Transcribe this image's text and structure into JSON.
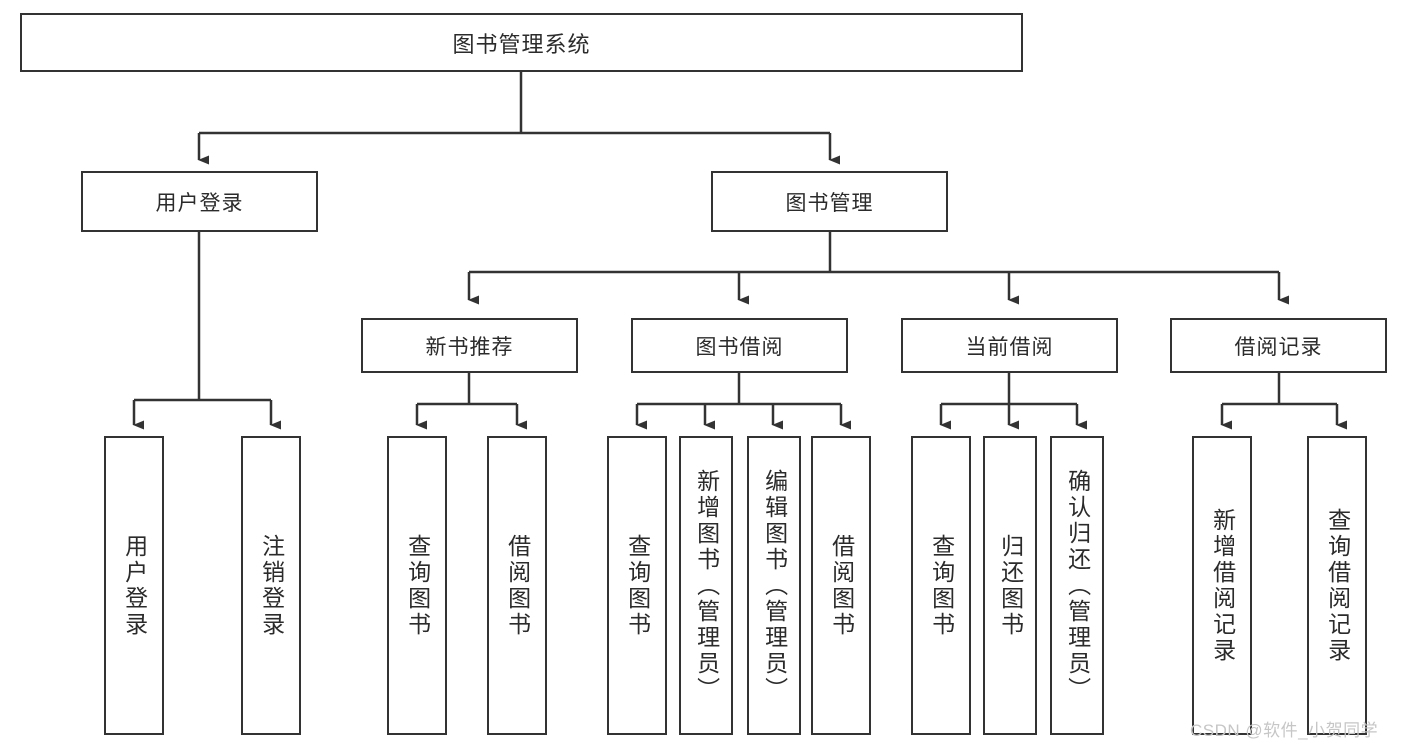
{
  "diagram": {
    "title": "图书管理系统",
    "type": "tree-hierarchy-diagram",
    "background_color": "#ffffff",
    "border_color": "#333333",
    "text_color": "#2b2b2b",
    "watermark": "CSDN @软件_小贺同学",
    "nodes": {
      "root": {
        "label": "图书管理系统"
      },
      "level2": [
        {
          "id": "user-login",
          "label": "用户登录"
        },
        {
          "id": "book-management",
          "label": "图书管理"
        }
      ],
      "level3": [
        {
          "id": "new-book-recommend",
          "label": "新书推荐"
        },
        {
          "id": "book-borrow",
          "label": "图书借阅"
        },
        {
          "id": "current-borrow",
          "label": "当前借阅"
        },
        {
          "id": "borrow-record",
          "label": "借阅记录"
        }
      ],
      "leaves": {
        "user_login": [
          {
            "id": "leaf-user-login",
            "label": "用户登录"
          },
          {
            "id": "leaf-logout-login",
            "label": "注销登录"
          }
        ],
        "new_book_recommend": [
          {
            "id": "leaf-query-book-1",
            "label": "查询图书"
          },
          {
            "id": "leaf-borrow-book-1",
            "label": "借阅图书"
          }
        ],
        "book_borrow": [
          {
            "id": "leaf-query-book-2",
            "label": "查询图书"
          },
          {
            "id": "leaf-add-book",
            "label": "新增图书（管理员）"
          },
          {
            "id": "leaf-edit-book",
            "label": "编辑图书（管理员）"
          },
          {
            "id": "leaf-borrow-book-2",
            "label": "借阅图书"
          }
        ],
        "current_borrow": [
          {
            "id": "leaf-query-book-3",
            "label": "查询图书"
          },
          {
            "id": "leaf-return-book",
            "label": "归还图书"
          },
          {
            "id": "leaf-confirm-return",
            "label": "确认归还（管理员）"
          }
        ],
        "borrow_record": [
          {
            "id": "leaf-add-borrow-record",
            "label": "新增借阅记录"
          },
          {
            "id": "leaf-query-borrow-record",
            "label": "查询借阅记录"
          }
        ]
      }
    }
  }
}
